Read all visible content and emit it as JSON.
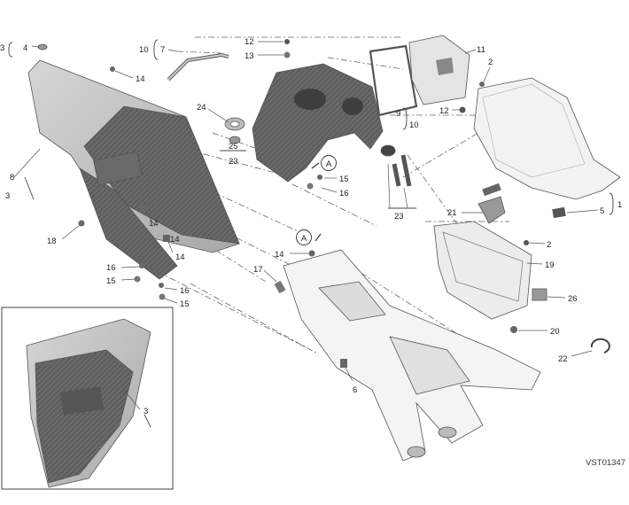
{
  "drawing_code": "VST01347",
  "view_marker": "A",
  "labels": [
    {
      "id": "l3a",
      "text": "3"
    },
    {
      "id": "l4",
      "text": "4"
    },
    {
      "id": "l10a",
      "text": "10"
    },
    {
      "id": "l7",
      "text": "7"
    },
    {
      "id": "l12a",
      "text": "12"
    },
    {
      "id": "l13",
      "text": "13"
    },
    {
      "id": "l11",
      "text": "11"
    },
    {
      "id": "l2a",
      "text": "2"
    },
    {
      "id": "l12b",
      "text": "12"
    },
    {
      "id": "l14a",
      "text": "14"
    },
    {
      "id": "l24",
      "text": "24"
    },
    {
      "id": "l25",
      "text": "25"
    },
    {
      "id": "l23a",
      "text": "23"
    },
    {
      "id": "l9",
      "text": "9"
    },
    {
      "id": "l10b",
      "text": "10"
    },
    {
      "id": "l8",
      "text": "8"
    },
    {
      "id": "l3b",
      "text": "3"
    },
    {
      "id": "l15a",
      "text": "15"
    },
    {
      "id": "l16a",
      "text": "16"
    },
    {
      "id": "l23b",
      "text": "23"
    },
    {
      "id": "l1",
      "text": "1"
    },
    {
      "id": "l5",
      "text": "5"
    },
    {
      "id": "l21",
      "text": "21"
    },
    {
      "id": "l18",
      "text": "18"
    },
    {
      "id": "l14b",
      "text": "14"
    },
    {
      "id": "l14c",
      "text": "14"
    },
    {
      "id": "l14d",
      "text": "14"
    },
    {
      "id": "l2b",
      "text": "2"
    },
    {
      "id": "l19",
      "text": "19"
    },
    {
      "id": "l16b",
      "text": "16"
    },
    {
      "id": "l15b",
      "text": "15"
    },
    {
      "id": "l17",
      "text": "17"
    },
    {
      "id": "l16c",
      "text": "16"
    },
    {
      "id": "l15c",
      "text": "15"
    },
    {
      "id": "l26",
      "text": "26"
    },
    {
      "id": "l20",
      "text": "20"
    },
    {
      "id": "l22",
      "text": "22"
    },
    {
      "id": "l14e",
      "text": "14"
    },
    {
      "id": "l6",
      "text": "6"
    },
    {
      "id": "l3c",
      "text": "3"
    }
  ]
}
